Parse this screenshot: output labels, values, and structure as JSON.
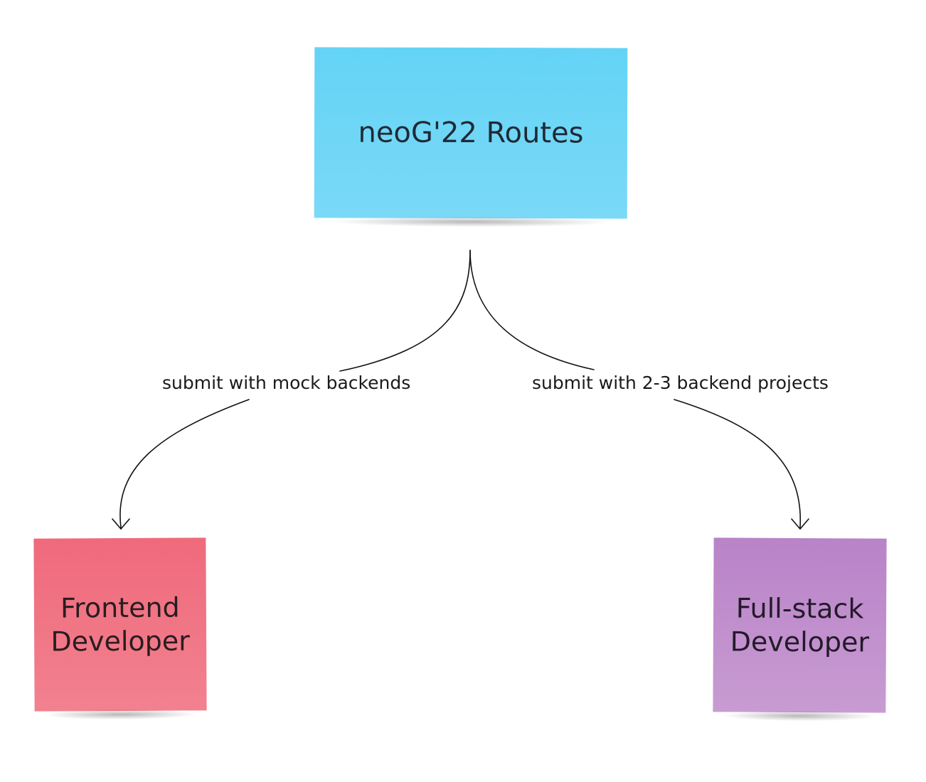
{
  "diagram": {
    "nodes": {
      "root": {
        "label": "neoG'22 Routes",
        "color": "#6ad6f7"
      },
      "frontend": {
        "label": "Frontend\nDeveloper",
        "color": "#f07686"
      },
      "fullstack": {
        "label": "Full-stack\nDeveloper",
        "color": "#c08fcd"
      }
    },
    "edges": [
      {
        "from": "root",
        "to": "frontend",
        "label": "submit with mock backends"
      },
      {
        "from": "root",
        "to": "fullstack",
        "label": "submit with 2-3 backend projects"
      }
    ]
  }
}
